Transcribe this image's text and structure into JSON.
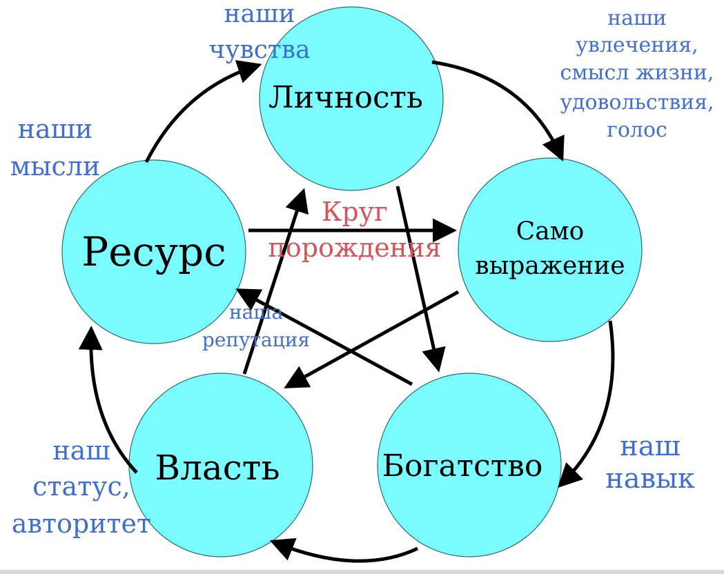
{
  "diagram": {
    "nodes": {
      "lichnost": "Личность",
      "samo_line1": "Само",
      "samo_line2": "выражение",
      "bogatstvo": "Богатство",
      "vlast": "Власть",
      "resurs": "Ресурс"
    },
    "center_label": {
      "line1": "Круг",
      "line2": "порождения"
    },
    "annotations": {
      "feelings": [
        "наши",
        "чувства"
      ],
      "interests": [
        "наши",
        "увлечения,",
        "смысл жизни,",
        "удовольствия,",
        "голос"
      ],
      "thoughts": [
        "наши",
        "мысли"
      ],
      "reputation": [
        "наша",
        "репутация"
      ],
      "skill": [
        "наш",
        "навык"
      ],
      "status": [
        "наш",
        "статус,",
        "авторитет"
      ]
    },
    "colors": {
      "node_fill": "#79fbff",
      "arrow": "#000000",
      "annotation": "#3f6fcf",
      "center_label": "#d9535a"
    }
  }
}
